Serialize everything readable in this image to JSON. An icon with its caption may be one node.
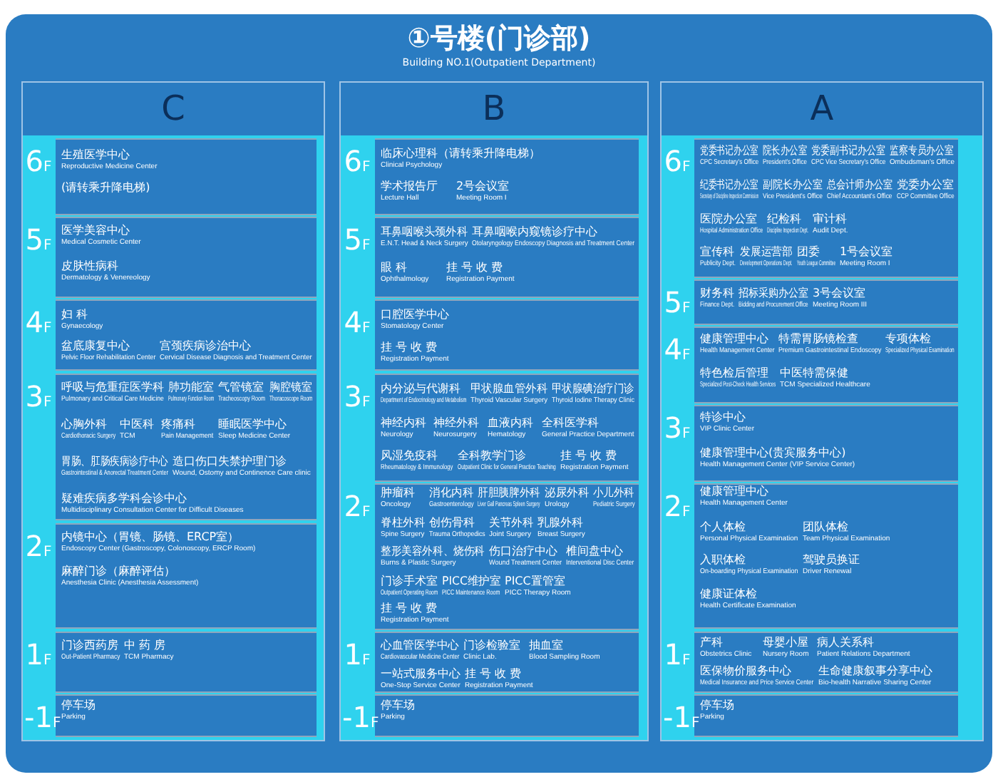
{
  "diagram": {
    "title": "①号楼(门诊部)",
    "labels": [
      "Building NO.1(Outpatient Department)"
    ],
    "nodes": [
      {
        "text": [
          "C"
        ]
      },
      {
        "text": [
          "生殖医学中心",
          "Reproductive Medicine Center",
          "(请转乘升降电梯)"
        ],
        "in": 0,
        "beside": [
          "6F"
        ]
      },
      {
        "text": [
          "医学美容中心",
          "Medical Cosmetic Center",
          "皮肤性病科",
          "Dermatology & Venereology"
        ],
        "in": 0,
        "beside": [
          "5F"
        ]
      },
      {
        "text": [
          "妇 科",
          "Gynaecology",
          "盆底康复中心",
          "Pelvic Floor Rehabilitation Center",
          "宫颈疾病诊治中心",
          "Cervical Disease Diagnosis and Treatment Center"
        ],
        "in": 0,
        "beside": [
          "4F"
        ]
      },
      {
        "text": [
          "呼吸与危重症医学科",
          "Pulmonary and Critical Care Medicine",
          "肺功能室",
          "Pulmonary Function Room",
          "气管镜室",
          "Tracheoscopy Room",
          "胸腔镜室",
          "Thoracoscope Room",
          "心胸外科",
          "Cardiothoracic Surgery",
          "中医科",
          "TCM",
          "疼痛科",
          "Pain Management",
          "睡眠医学中心",
          "Sleep Medicine Center",
          "胃肠、肛肠疾病诊疗中心",
          "Gastrointestinal & Anorectal Treatment Center",
          "造口伤口失禁护理门诊",
          "Wound, Ostomy and Continence Care clinic",
          "疑难疾病多学科会诊中心",
          "Multidisciplinary Consultation Center for Difficult Diseases"
        ],
        "in": 0,
        "beside": [
          "3F"
        ]
      },
      {
        "text": [
          "内镜中心（胃镜、肠镜、ERCP室）",
          "Endoscopy Center (Gastroscopy, Colonoscopy, ERCP Room)",
          "麻醉门诊（麻醉评估）",
          "Anesthesia Clinic (Anesthesia Assessment)"
        ],
        "in": 0,
        "beside": [
          "2F"
        ]
      },
      {
        "text": [
          "门诊西药房",
          "Out-Patient Pharmacy",
          "中 药 房",
          "TCM Pharmacy"
        ],
        "in": 0,
        "beside": [
          "1F"
        ]
      },
      {
        "text": [
          "停车场",
          "Parking"
        ],
        "in": 0,
        "beside": [
          "-1F"
        ]
      },
      {
        "text": [
          "B"
        ]
      },
      {
        "text": [
          "临床心理科（请转乘升降电梯）",
          "Clinical Psychology",
          "学术报告厅",
          "Lecture Hall",
          "2号会议室",
          "Meeting Room I"
        ],
        "in": 8,
        "beside": [
          "6F"
        ]
      },
      {
        "text": [
          "耳鼻咽喉头颈外科",
          "E.N.T. Head & Neck Surgery",
          "耳鼻咽喉内窥镜诊疗中心",
          "Otolaryngology Endoscopy Diagnosis and Treatment Center",
          "眼 科",
          "Ophthalmology",
          "挂 号 收 费",
          "Registration Payment"
        ],
        "in": 8,
        "beside": [
          "5F"
        ]
      },
      {
        "text": [
          "口腔医学中心",
          "Stomatology Center",
          "挂 号 收 费",
          "Registration Payment"
        ],
        "in": 8,
        "beside": [
          "4F"
        ]
      },
      {
        "text": [
          "内分泌与代谢科",
          "Department of Endocrinology and Metabolism",
          "甲状腺血管外科",
          "Thyroid Vascular Surgery",
          "甲状腺碘治疗门诊",
          "Thyroid Iodine Therapy Clinic",
          "神经内科",
          "Neurology",
          "神经外科",
          "Neurosurgery",
          "血液内科",
          "Hematology",
          "全科医学科",
          "General Practice Department",
          "风湿免疫科",
          "Rheumatology & Immunology",
          "全科教学门诊",
          "Outpatient Clinic for General Practice Teaching",
          "挂 号 收 费",
          "Registration Payment"
        ],
        "in": 8,
        "beside": [
          "3F"
        ]
      },
      {
        "text": [
          "肿瘤科",
          "Oncology",
          "消化内科",
          "Gastroenterology",
          "肝胆胰脾外科",
          "Liver Gall Pancreas Spleen Surgery",
          "泌尿外科",
          "Urology",
          "小儿外科",
          "Pediatric Surgery",
          "脊柱外科",
          "Spine Surgery",
          "创伤骨科",
          "Trauma Orthopedics",
          "关节外科",
          "Joint Surgery",
          "乳腺外科",
          "Breast Surgery",
          "整形美容外科、烧伤科",
          "Burns & Plastic Surgery",
          "伤口治疗中心",
          "Wound Treatment Center",
          "椎间盘中心",
          "Interventional Disc Center",
          "门诊手术室",
          "Outpatient Operating Room",
          "PICC维护室",
          "PICC Maintenance Room",
          "PICC置管室",
          "PICC Therapy Room",
          "挂 号 收 费",
          "Registration Payment"
        ],
        "in": 8,
        "beside": [
          "2F"
        ]
      },
      {
        "text": [
          "心血管医学中心",
          "Cardiovascular Medicine Center",
          "门诊检验室",
          "Clinic Lab.",
          "抽血室",
          "Blood Sampling Room",
          "一站式服务中心",
          "One-Stop Service Center",
          "挂 号 收 费",
          "Registration Payment"
        ],
        "in": 8,
        "beside": [
          "1F"
        ]
      },
      {
        "text": [
          "停车场",
          "Parking"
        ],
        "in": 8,
        "beside": [
          "-1F"
        ]
      },
      {
        "text": [
          "A"
        ]
      },
      {
        "text": [
          "党委书记办公室",
          "CPC Secretary's Office",
          "院长办公室",
          "President's Office",
          "党委副书记办公室",
          "CPC Vice Secretary's Office",
          "监察专员办公室",
          "Ombudsman's Office",
          "纪委书记办公室",
          "Secretary of Discipline Inspection Commission",
          "副院长办公室",
          "Vice President's Office",
          "总会计师办公室",
          "Chief Accountant's Office",
          "党委办公室",
          "CCP Committee Office",
          "医院办公室",
          "Hospital Administration Office",
          "纪检科",
          "Discipline Inspection Dept.",
          "审计科",
          "Audit Dept.",
          "宣传科",
          "Publicity Dept.",
          "发展运营部",
          "Development Operations Dept.",
          "团委",
          "Youth League Committee",
          "1号会议室",
          "Meeting Room I"
        ],
        "in": 16,
        "beside": [
          "6F"
        ]
      },
      {
        "text": [
          "财务科",
          "Finance Dept.",
          "招标采购办公室",
          "Bidding and Procurement Office",
          "3号会议室",
          "Meeting Room III"
        ],
        "in": 16,
        "beside": [
          "5F"
        ]
      },
      {
        "text": [
          "健康管理中心",
          "Health Management Center",
          "特需胃肠镜检查",
          "Premium Gastrointestinal Endoscopy",
          "专项体检",
          "Specialized Physical Examination",
          "特色检后管理",
          "Specialized Post-Check Health Services",
          "中医特需保健",
          "TCM Specialized Healthcare"
        ],
        "in": 16,
        "beside": [
          "4F"
        ]
      },
      {
        "text": [
          "特诊中心",
          "VIP Clinic Center",
          "健康管理中心(贵宾服务中心)",
          "Health Management Center (VIP Service Center)"
        ],
        "in": 16,
        "beside": [
          "3F"
        ]
      },
      {
        "text": [
          "健康管理中心",
          "Health Management Center",
          "个人体检",
          "Personal Physical Examination",
          "团队体检",
          "Team Physical Examination",
          "入职体检",
          "On-boarding Physical Examination",
          "驾驶员换证",
          "Driver Renewal",
          "健康证体检",
          "Health Certificate Examination"
        ],
        "in": 16,
        "beside": [
          "2F"
        ]
      },
      {
        "text": [
          "产科",
          "Obstetrics Clinic",
          "母婴小屋",
          "Nursery Room",
          "病人关系科",
          "Patient Relations Department",
          "医保物价服务中心",
          "Medical Insurance and Price Service Center",
          "生命健康叙事分享中心",
          "Bio-health Narrative Sharing Center"
        ],
        "in": 16,
        "beside": [
          "1F"
        ]
      },
      {
        "text": [
          "停车场",
          "Parking"
        ],
        "in": 16,
        "beside": [
          "-1F"
        ]
      }
    ]
  }
}
